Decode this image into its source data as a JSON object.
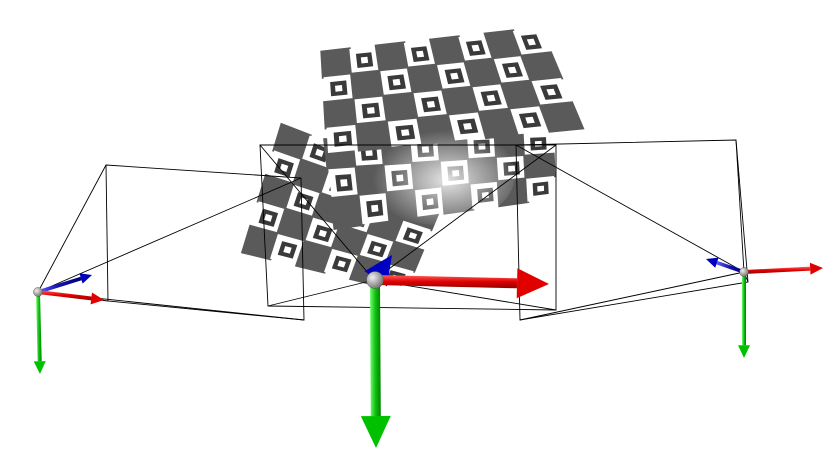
{
  "scene": {
    "background": "#ffffff",
    "frustum_color": "#000000",
    "axis_colors": {
      "x": "#e00000",
      "y": "#00c000",
      "z": "#0000c0"
    },
    "origin_color": "#9a9a9a",
    "board_dark": "#5a5a5a",
    "board_light": "#ffffff"
  },
  "objects": {
    "cameras": [
      "left-camera",
      "center-camera",
      "right-camera"
    ],
    "boards": [
      "board-top",
      "board-middle",
      "board-left"
    ]
  }
}
